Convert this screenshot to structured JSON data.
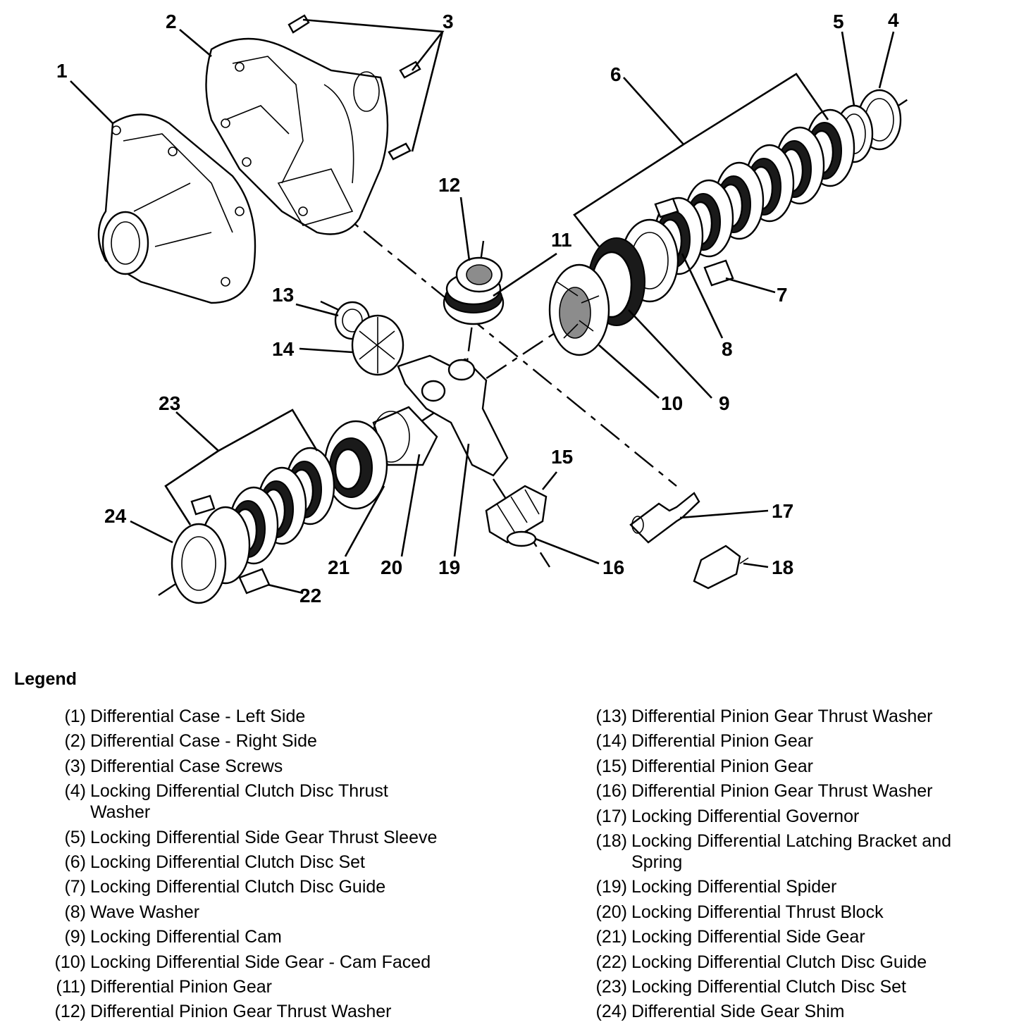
{
  "diagram": {
    "callouts": [
      "1",
      "2",
      "3",
      "4",
      "5",
      "6",
      "7",
      "8",
      "9",
      "10",
      "11",
      "12",
      "13",
      "14",
      "15",
      "16",
      "17",
      "18",
      "19",
      "20",
      "21",
      "22",
      "23",
      "24"
    ]
  },
  "legend": {
    "title": "Legend",
    "left_items": [
      {
        "num": "(1)",
        "text": "Differential Case - Left Side"
      },
      {
        "num": "(2)",
        "text": "Differential Case - Right Side"
      },
      {
        "num": "(3)",
        "text": "Differential Case Screws"
      },
      {
        "num": "(4)",
        "text": "Locking Differential Clutch Disc Thrust Washer"
      },
      {
        "num": "(5)",
        "text": "Locking Differential Side Gear Thrust Sleeve"
      },
      {
        "num": "(6)",
        "text": "Locking Differential Clutch Disc Set"
      },
      {
        "num": "(7)",
        "text": "Locking Differential Clutch Disc Guide"
      },
      {
        "num": "(8)",
        "text": "Wave Washer"
      },
      {
        "num": "(9)",
        "text": "Locking Differential Cam"
      },
      {
        "num": "(10)",
        "text": "Locking Differential Side Gear - Cam Faced"
      },
      {
        "num": "(11)",
        "text": "Differential Pinion Gear"
      },
      {
        "num": "(12)",
        "text": "Differential Pinion Gear Thrust Washer"
      }
    ],
    "right_items": [
      {
        "num": "(13)",
        "text": "Differential Pinion Gear Thrust Washer"
      },
      {
        "num": "(14)",
        "text": "Differential Pinion Gear"
      },
      {
        "num": "(15)",
        "text": "Differential Pinion Gear"
      },
      {
        "num": "(16)",
        "text": "Differential Pinion Gear Thrust Washer"
      },
      {
        "num": "(17)",
        "text": "Locking Differential Governor"
      },
      {
        "num": "(18)",
        "text": "Locking Differential Latching Bracket and Spring"
      },
      {
        "num": "(19)",
        "text": "Locking Differential Spider"
      },
      {
        "num": "(20)",
        "text": "Locking Differential Thrust Block"
      },
      {
        "num": "(21)",
        "text": "Locking Differential Side Gear"
      },
      {
        "num": "(22)",
        "text": "Locking Differential Clutch Disc Guide"
      },
      {
        "num": "(23)",
        "text": "Locking Differential Clutch Disc Set"
      },
      {
        "num": "(24)",
        "text": "Differential Side Gear Shim"
      }
    ]
  }
}
